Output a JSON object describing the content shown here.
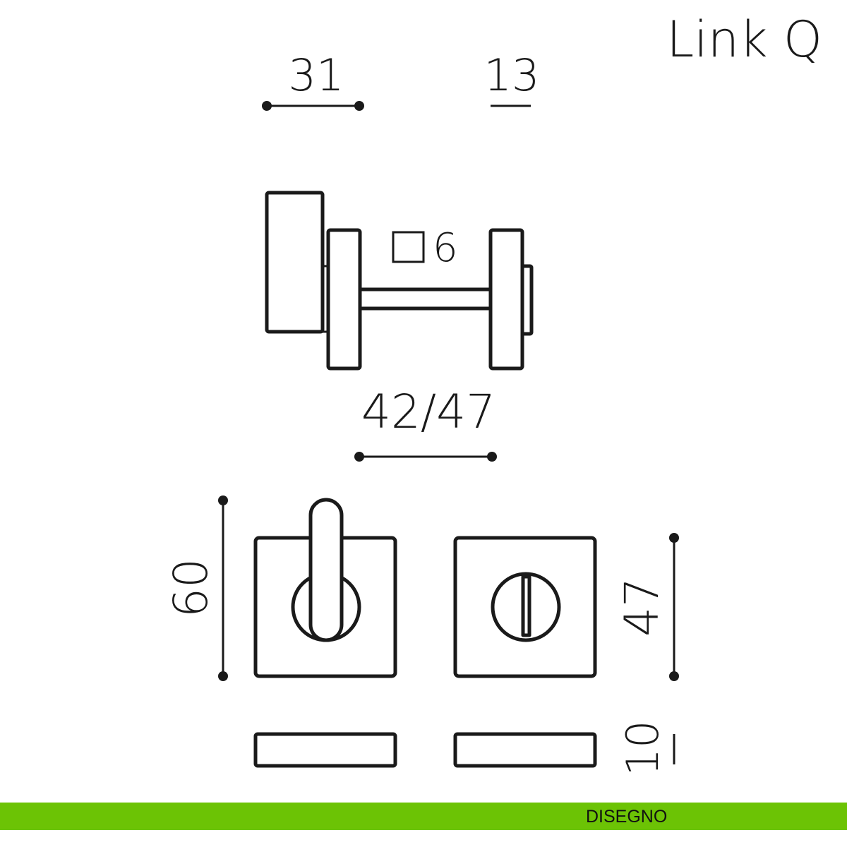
{
  "title": "Link Q",
  "dimensions": {
    "knob_depth": "31",
    "rose_thickness": "13",
    "spindle_square": "6",
    "door_thickness": "42/47",
    "lever_height": "60",
    "rose_size": "47",
    "rose_profile": "10"
  },
  "footer": {
    "label": "DISEGNO"
  },
  "colors": {
    "accent": "#6cc305",
    "line": "#1a1a1a"
  }
}
